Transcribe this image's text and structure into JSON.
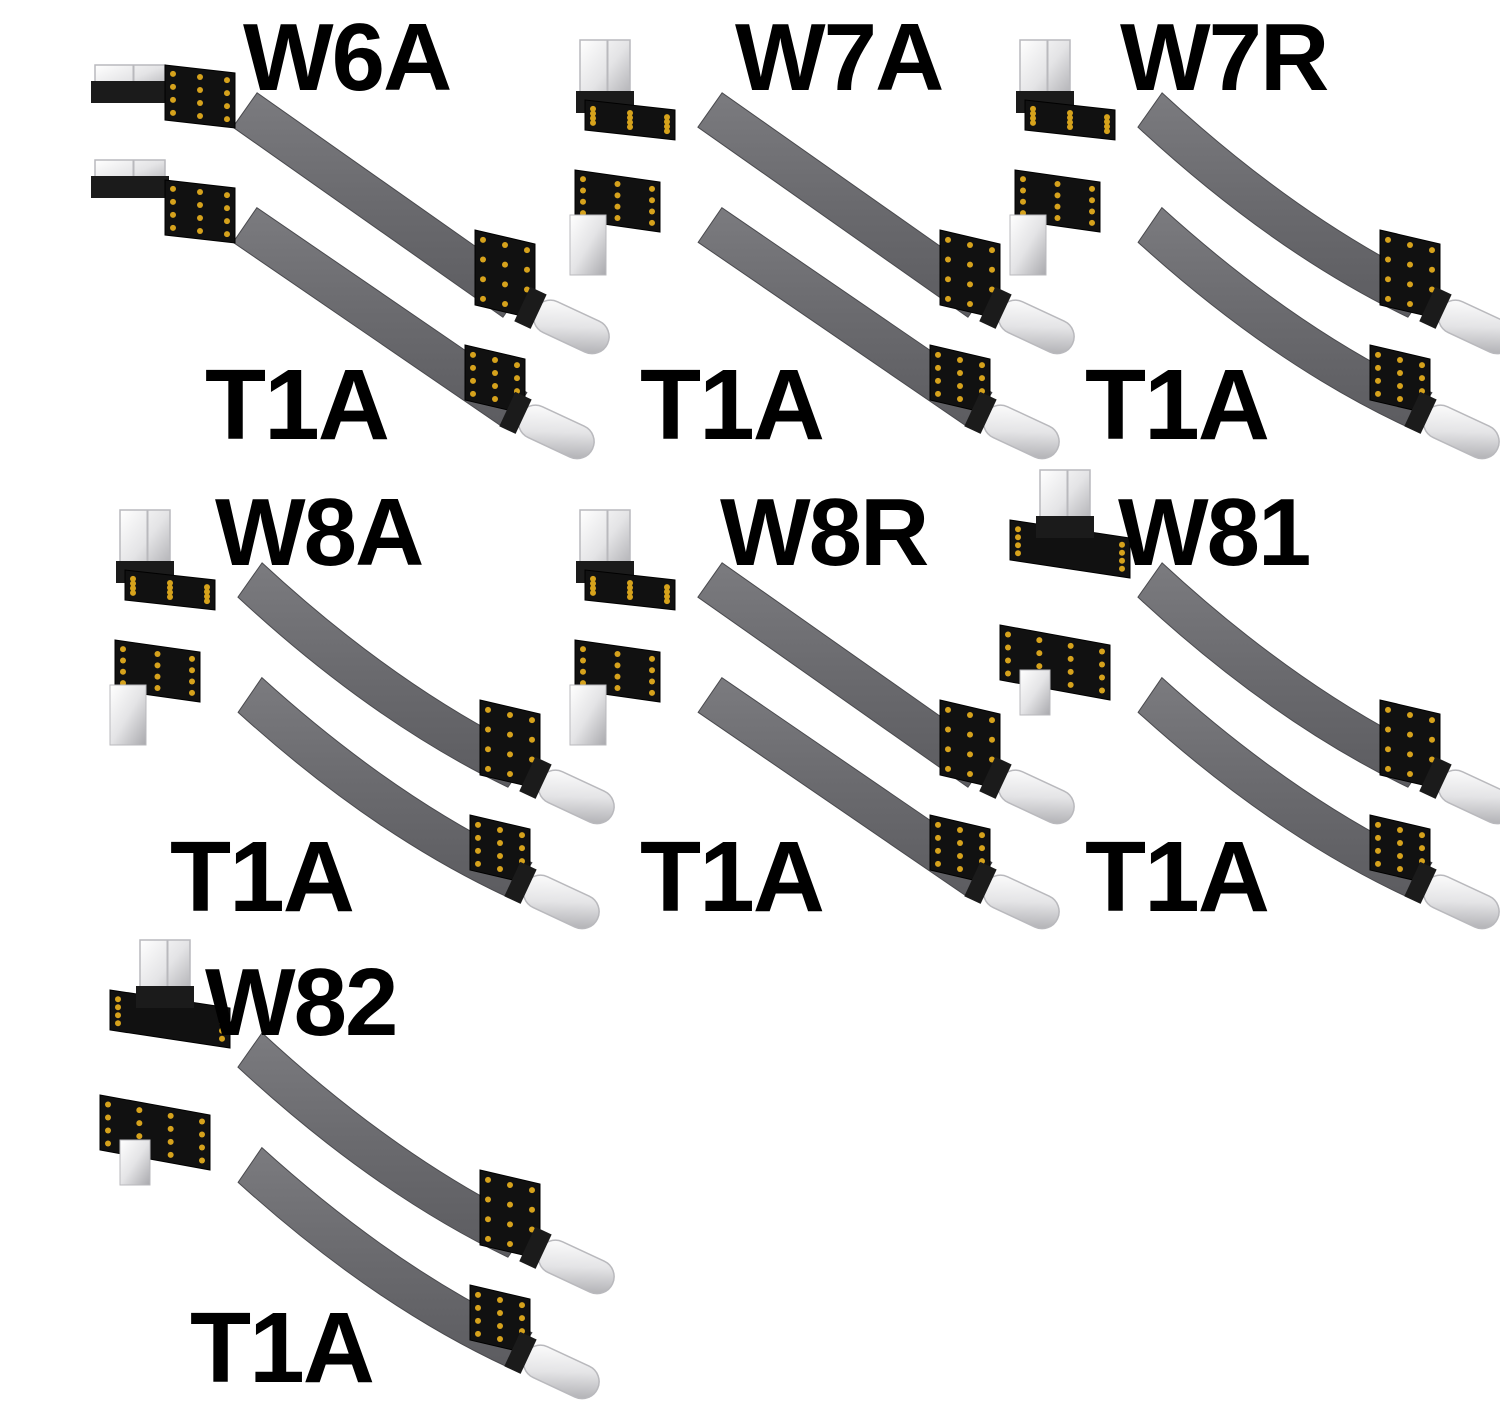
{
  "products": [
    {
      "top_label": "W6A",
      "bottom_label": "T1A",
      "cable_color": "#6f6f73",
      "style": "w6a"
    },
    {
      "top_label": "W7A",
      "bottom_label": "T1A",
      "cable_color": "#6f6f73",
      "style": "w7a"
    },
    {
      "top_label": "W7R",
      "bottom_label": "T1A",
      "cable_color": "#6f6f73",
      "style": "w7r"
    },
    {
      "top_label": "W8A",
      "bottom_label": "T1A",
      "cable_color": "#6f6f73",
      "style": "w8a"
    },
    {
      "top_label": "W8R",
      "bottom_label": "T1A",
      "cable_color": "#6f6f73",
      "style": "w8r"
    },
    {
      "top_label": "W81",
      "bottom_label": "T1A",
      "cable_color": "#6f6f73",
      "style": "w81"
    },
    {
      "top_label": "W82",
      "bottom_label": "T1A",
      "cable_color": "#6f6f73",
      "style": "w82"
    }
  ],
  "colors": {
    "cable": "#6f6f73",
    "cable_edge": "#4a4a4e",
    "pcb": "#111111",
    "gold_pad": "#d6a21c",
    "connector_metal": "#e8e8ea",
    "connector_shadow": "#b9b9bd",
    "label_text": "#000000"
  }
}
